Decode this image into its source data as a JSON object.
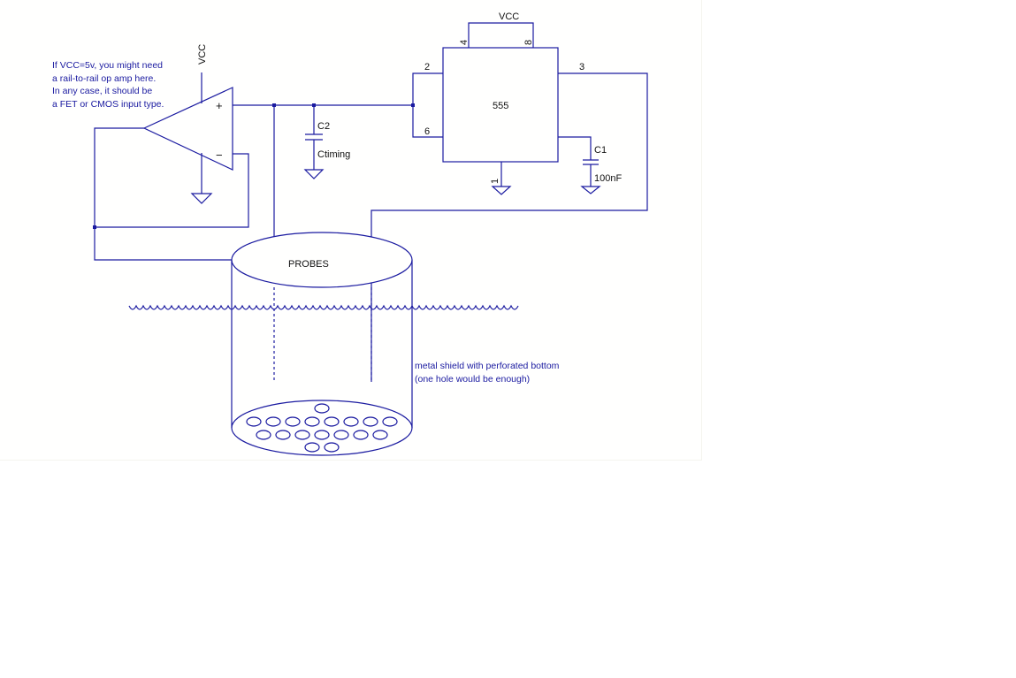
{
  "colors": {
    "wire": "#1a1aa0",
    "text": "#111111",
    "note": "#1a1aa0",
    "background": "#fffffe"
  },
  "opamp": {
    "supply_label": "VCC",
    "plus_label": "+",
    "minus_label": "−"
  },
  "note": {
    "lines": [
      "If VCC=5v, you might need",
      "a rail-to-rail op amp here.",
      "In any case, it should be",
      "a FET or CMOS input type."
    ]
  },
  "timer": {
    "label": "555",
    "supply_label": "VCC",
    "pins": {
      "p4": "4",
      "p8": "8",
      "p2": "2",
      "p6": "6",
      "p3": "3",
      "p1": "1"
    }
  },
  "c2": {
    "ref": "C2",
    "value": "Ctiming"
  },
  "c1": {
    "ref": "C1",
    "value": "100nF"
  },
  "probes": {
    "label": "PROBES"
  },
  "shield": {
    "lines": [
      "metal shield with perforated bottom",
      "(one hole would be enough)"
    ]
  }
}
